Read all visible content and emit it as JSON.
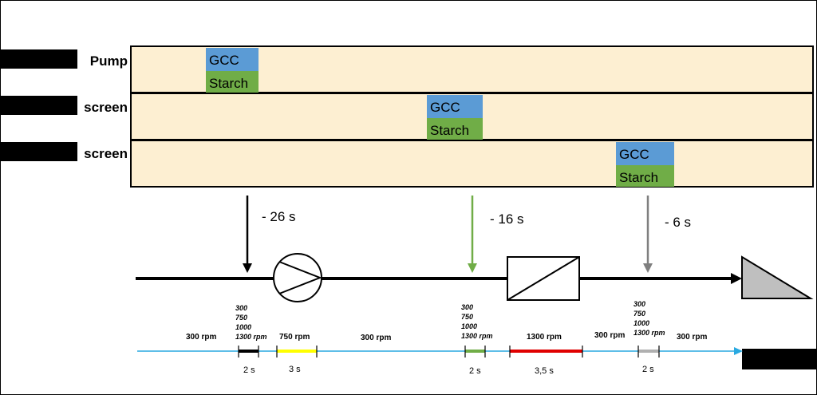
{
  "rows": [
    {
      "label": "Pump",
      "gcc": "GCC",
      "starch": "Starch"
    },
    {
      "label": "screen",
      "gcc": "GCC",
      "starch": "Starch"
    },
    {
      "label": "screen",
      "gcc": "GCC",
      "starch": "Starch"
    }
  ],
  "timings": [
    "- 26 s",
    "- 16 s",
    "- 6 s"
  ],
  "rpm_stacks": [
    [
      "300",
      "750",
      "1000",
      "1300 rpm"
    ],
    [
      "300",
      "750",
      "1000",
      "1300 rpm"
    ],
    [
      "300",
      "750",
      "1000",
      "1300 rpm"
    ]
  ],
  "rpm_labels": [
    "300 rpm",
    "750 rpm",
    "300 rpm",
    "1300 rpm",
    "300 rpm",
    "300 rpm"
  ],
  "durations": [
    "2 s",
    "3 s",
    "2 s",
    "3,5 s",
    "2 s"
  ],
  "colors": {
    "panel_fill": "#fdefd2",
    "gcc": "#5b9bd5",
    "starch": "#70ad47",
    "arrow1": "#000000",
    "arrow2": "#70ad47",
    "arrow3": "#7f7f7f",
    "timeline": "#29a9e1",
    "seg_black": "#000000",
    "seg_yellow": "#ffff00",
    "seg_green": "#70ad47",
    "seg_red": "#e00000",
    "seg_grey": "#b0b0b0",
    "triangle": "#bfbfbf"
  }
}
